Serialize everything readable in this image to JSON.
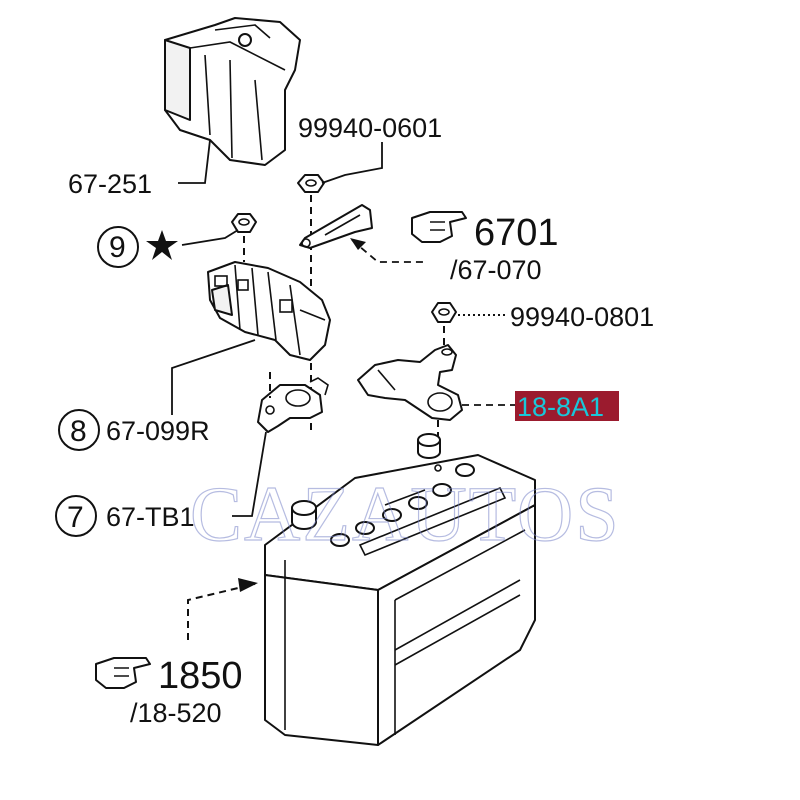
{
  "labels": {
    "cover_part": "67-251",
    "nut_top": "99940-0601",
    "ref_6701": "6701",
    "ref_67_070": "/67-070",
    "callout_9": "9",
    "nut_right": "99940-0801",
    "terminal_neg": "18-8A1",
    "callout_8": "8",
    "fuse_block": "67-099R",
    "callout_7": "7",
    "terminal_pos": "67-TB1",
    "ref_1850": "1850",
    "ref_18_520": "/18-520"
  },
  "watermark": "CAZAUTOS",
  "colors": {
    "highlight_bg": "#9b1b2e",
    "highlight_text": "#19c7d9",
    "watermark": "#7b86c9",
    "line": "#111111"
  },
  "icons": {
    "star": "star-icon",
    "hand": "pointing-hand-icon"
  }
}
